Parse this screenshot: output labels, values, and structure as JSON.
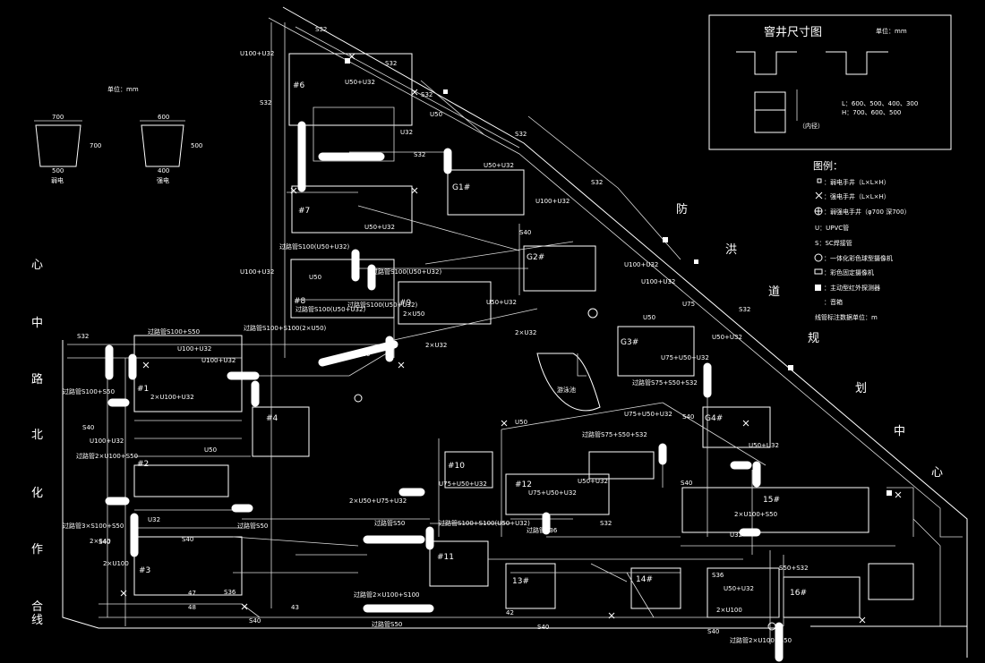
{
  "title_box": {
    "title": "窨井尺寸图",
    "unit": "单位：mm",
    "dims_l": "L：600、500、400、300",
    "dims_h": "H：700、600、500",
    "inner": "（内径）"
  },
  "top_left": {
    "unit": "单位：mm",
    "w1": "700",
    "w1b": "500",
    "h1": "700",
    "label1": "弱电",
    "w2": "600",
    "w2b": "400",
    "h2": "500",
    "label2": "强电"
  },
  "legend": {
    "title": "图例：",
    "items": [
      "：弱电手井（L×L×H）",
      "：强电手井（L×L×H）",
      "：弱强电手井（φ700 深700）",
      "U：UPVC管",
      "S：SC焊接管",
      "：一体化彩色球型摄像机",
      "：彩色固定摄像机",
      "：主动型红外探测器",
      "：音箱",
      "线管标注数据单位：m"
    ]
  },
  "roads": {
    "right": [
      "防",
      "洪",
      "道",
      "规",
      "划",
      "中",
      "心"
    ],
    "left": [
      "合",
      "线",
      "作",
      "化",
      "北",
      "路",
      "中",
      "心"
    ]
  },
  "buildings": [
    "#6",
    "#7",
    "#8",
    "#9",
    "#1",
    "#2",
    "#3",
    "#4",
    "#10",
    "#11",
    "#12",
    "13#",
    "14#",
    "15#",
    "16#",
    "G1#",
    "G2#",
    "G3#",
    "G4#"
  ],
  "labels": {
    "a1": "U100+U32",
    "a2": "S32",
    "a3": "S32",
    "a4": "U50+U32",
    "a5": "S32",
    "a6": "U50",
    "a7": "U50+U32",
    "a8": "U32",
    "a9": "S32",
    "a10": "S32",
    "a11": "S32",
    "a12": "S32",
    "a13": "U100+U32",
    "a14": "U50+U32",
    "a15": "过路管S100(U50+U32)",
    "a16": "过路管S100(U50+U32)",
    "a17": "过路管S100(U50+U32)",
    "a18": "U100+U32",
    "a19": "过路管S100+S100(2×U50)",
    "a20": "U100+U32",
    "a21": "过路管S100+S50",
    "a22": "S32",
    "a23": "过路管S75+S50+S32",
    "a24": "U75+U50+U32",
    "a25": "过路管S75+S50+S32",
    "a26": "U50+U32",
    "a27": "U75+U50+U32",
    "a28": "U75+U50+U32",
    "a29": "2×U50+U75+U32",
    "a30": "过路管S100+S100(U50+U32)",
    "a31": "过路管2×U100+S100",
    "a32": "过路管S50",
    "a33": "过路管2×U100+S50",
    "a34": "S40",
    "a35": "S40",
    "a36": "S40",
    "a37": "S32",
    "a38": "S40",
    "a39": "S50+S32",
    "a40": "U50+U32",
    "a41": "2×U100+S50",
    "a42": "过路管3×S100+S50",
    "a43": "2×S40",
    "a44": "U100+U32",
    "a45": "过路管S100+S50",
    "a46": "2×U100",
    "a47": "U50",
    "a48": "2×U100+U32",
    "a49": "2×U32",
    "a50": "S32",
    "a51": "U75",
    "a52": "U50+U32",
    "a53": "U100+U32",
    "a54": "U100+U32",
    "a55": "U50",
    "a56": "过路管S50",
    "a57": "过路管S50",
    "a58": "过路管S36",
    "a59": "U32",
    "a60": "U32",
    "a61": "42",
    "a62": "47",
    "a63": "48",
    "a64": "43",
    "a65": "S40",
    "a66": "S36",
    "a67": "S40",
    "a68": "S36",
    "a69": "2×U50",
    "a70": "U50",
    "a71": "2×U32",
    "a72": "过路管S100(U50+U32)",
    "a73": "过路管2×U100+S50",
    "a74": "U50",
    "a75": "S40",
    "a76": "U50+U32",
    "a77": "2×U100",
    "a78": "S40",
    "a79": "S40",
    "a80": "S40",
    "a81": "U50+U32",
    "a82": "U75+U50+U32",
    "a83": "U100+U32",
    "pool": "游泳池"
  }
}
